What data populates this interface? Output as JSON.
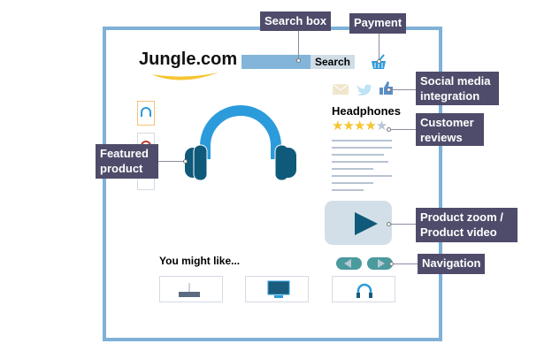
{
  "site": {
    "logo": "Jungle.com",
    "search_button": "Search"
  },
  "product": {
    "title": "Headphones",
    "rating": 4,
    "rating_max": 5
  },
  "recommendations": {
    "heading": "You might like..."
  },
  "callouts": {
    "search_box": "Search box",
    "payment": "Payment",
    "social_line1": "Social media",
    "social_line2": "integration",
    "reviews_line1": "Customer",
    "reviews_line2": "reviews",
    "featured_line1": "Featured",
    "featured_line2": "product",
    "zoom_line1": "Product zoom /",
    "zoom_line2": "Product video",
    "navigation": "Navigation"
  },
  "colors": {
    "frame": "#7fb1d7",
    "callout": "#4e4c6a",
    "headphones": "#2b9bdc",
    "teal": "#4a9a9e"
  }
}
